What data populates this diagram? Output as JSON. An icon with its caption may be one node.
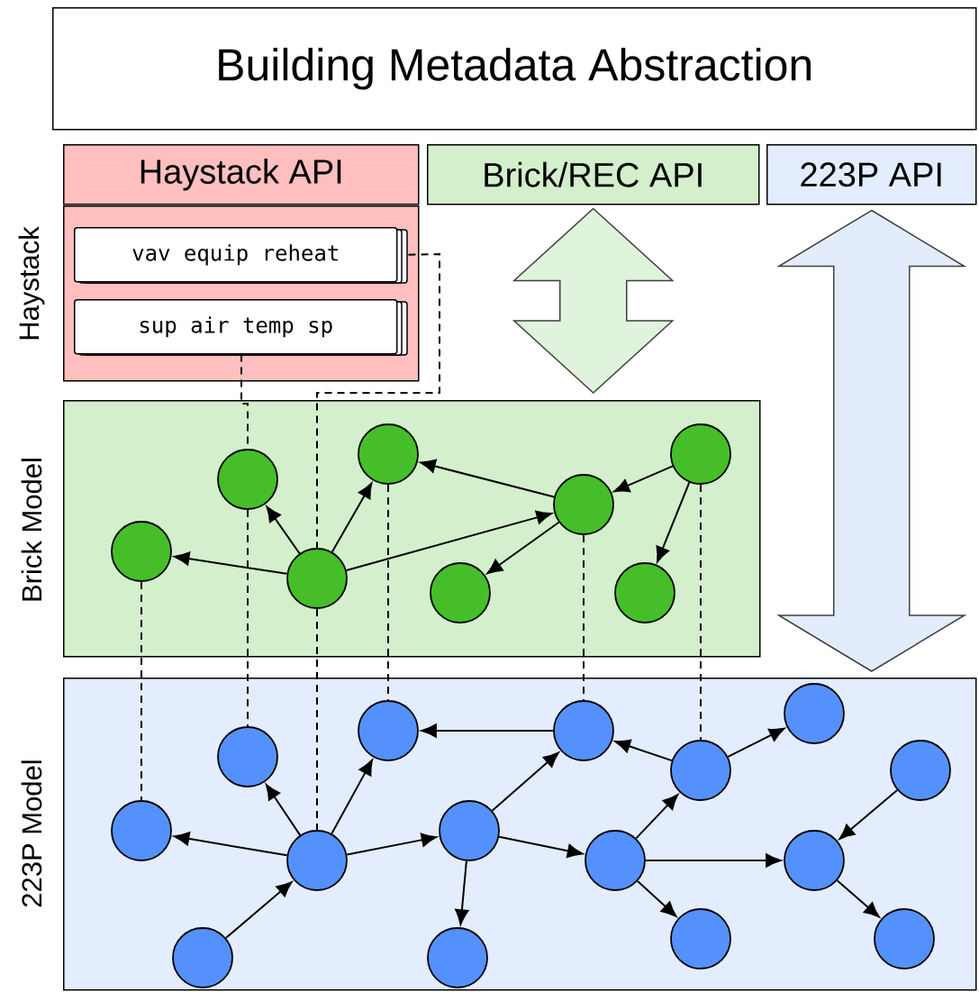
{
  "diagram": {
    "nodes": [
      {
        "text": [
          "Building Metadata Abstraction"
        ]
      },
      {
        "text": [
          "Haystack API"
        ]
      },
      {
        "text": [
          "Brick/REC API"
        ]
      },
      {
        "text": [
          "223P API"
        ]
      },
      {
        "text": [
          "Haystack"
        ]
      },
      {
        "text": [
          "vav equip reheat"
        ],
        "in": 4
      },
      {
        "text": [
          "sup air temp sp"
        ],
        "in": 4
      },
      {
        "text": [
          "Brick Model"
        ]
      },
      {
        "text": [],
        "shape": "circle",
        "in": 7
      },
      {
        "text": [],
        "shape": "circle",
        "in": 7
      },
      {
        "text": [],
        "shape": "circle",
        "in": 7
      },
      {
        "text": [],
        "shape": "circle",
        "in": 7
      },
      {
        "text": [],
        "shape": "circle",
        "in": 7
      },
      {
        "text": [],
        "shape": "circle",
        "in": 7
      },
      {
        "text": [],
        "shape": "circle",
        "in": 7
      },
      {
        "text": [],
        "shape": "circle",
        "in": 7
      },
      {
        "text": [
          "223P Model"
        ]
      },
      {
        "text": [],
        "shape": "circle",
        "in": 16
      },
      {
        "text": [],
        "shape": "circle",
        "in": 16
      },
      {
        "text": [],
        "shape": "circle",
        "in": 16
      },
      {
        "text": [],
        "shape": "circle",
        "in": 16
      },
      {
        "text": [],
        "shape": "circle",
        "in": 16
      },
      {
        "text": [],
        "shape": "circle",
        "in": 16
      },
      {
        "text": [],
        "shape": "circle",
        "in": 16
      },
      {
        "text": [],
        "shape": "circle",
        "in": 16
      },
      {
        "text": [],
        "shape": "circle",
        "in": 16
      },
      {
        "text": [],
        "shape": "circle",
        "in": 16
      },
      {
        "text": [],
        "shape": "circle",
        "in": 16
      },
      {
        "text": [],
        "shape": "circle",
        "in": 16
      },
      {
        "text": [],
        "shape": "circle",
        "in": 16
      },
      {
        "text": [],
        "shape": "circle",
        "in": 16
      },
      {
        "text": [],
        "shape": "circle",
        "in": 16
      }
    ],
    "edges": [
      {
        "from": 2,
        "to": 7,
        "arrow": "both",
        "style": "thick",
        "color": "#e0f3dc"
      },
      {
        "from": 3,
        "to": 16,
        "arrow": "both",
        "style": "thick",
        "color": "#e3ecfb"
      },
      {
        "from": 5,
        "to": 10,
        "arrow": "none",
        "style": "dashed"
      },
      {
        "from": 6,
        "to": 9,
        "arrow": "none",
        "style": "dashed"
      },
      {
        "from": 8,
        "to": 17,
        "arrow": "none",
        "style": "dashed"
      },
      {
        "from": 9,
        "to": 18,
        "arrow": "none",
        "style": "dashed"
      },
      {
        "from": 10,
        "to": 19,
        "arrow": "none",
        "style": "dashed"
      },
      {
        "from": 11,
        "to": 20,
        "arrow": "none",
        "style": "dashed"
      },
      {
        "from": 13,
        "to": 24,
        "arrow": "none",
        "style": "dashed"
      },
      {
        "from": 15,
        "to": 26,
        "arrow": "none",
        "style": "dashed"
      },
      {
        "from": 10,
        "to": 8,
        "arrow": "to"
      },
      {
        "from": 10,
        "to": 9,
        "arrow": "to"
      },
      {
        "from": 10,
        "to": 11,
        "arrow": "to"
      },
      {
        "from": 10,
        "to": 13,
        "arrow": "to"
      },
      {
        "from": 13,
        "to": 11,
        "arrow": "to"
      },
      {
        "from": 13,
        "to": 12,
        "arrow": "to"
      },
      {
        "from": 15,
        "to": 13,
        "arrow": "to"
      },
      {
        "from": 15,
        "to": 14,
        "arrow": "to"
      },
      {
        "from": 19,
        "to": 17,
        "arrow": "to"
      },
      {
        "from": 19,
        "to": 18,
        "arrow": "to"
      },
      {
        "from": 19,
        "to": 20,
        "arrow": "to"
      },
      {
        "from": 21,
        "to": 19,
        "arrow": "to"
      },
      {
        "from": 19,
        "to": 22,
        "arrow": "to"
      },
      {
        "from": 22,
        "to": 23,
        "arrow": "to"
      },
      {
        "from": 22,
        "to": 24,
        "arrow": "to"
      },
      {
        "from": 22,
        "to": 25,
        "arrow": "to"
      },
      {
        "from": 24,
        "to": 20,
        "arrow": "to"
      },
      {
        "from": 26,
        "to": 24,
        "arrow": "to"
      },
      {
        "from": 25,
        "to": 26,
        "arrow": "to"
      },
      {
        "from": 26,
        "to": 27,
        "arrow": "to"
      },
      {
        "from": 25,
        "to": 28,
        "arrow": "to"
      },
      {
        "from": 25,
        "to": 30,
        "arrow": "to"
      },
      {
        "from": 29,
        "to": 30,
        "arrow": "to"
      },
      {
        "from": 30,
        "to": 31,
        "arrow": "to"
      }
    ]
  }
}
